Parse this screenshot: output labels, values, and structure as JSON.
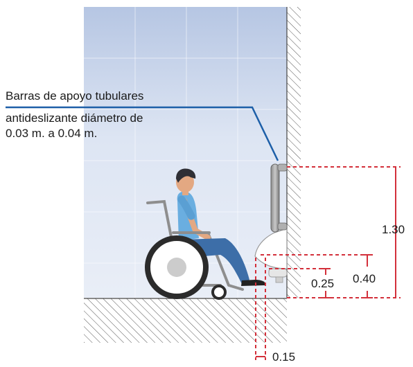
{
  "annotation": {
    "line1": "Barras de apoyo tubulares",
    "line2": "antideslizante diámetro de",
    "line3": "0.03 m. a 0.04 m."
  },
  "dimensions": {
    "bar_height": "1.30",
    "urinal_rim_height": "0.40",
    "urinal_base_height": "0.25",
    "projection": "0.15"
  },
  "colors": {
    "dimension_red": "#d32f3a",
    "leader_blue": "#1d5fa8",
    "tile_light": "#dfe7f4",
    "tile_dark": "#b8c8e4",
    "hatch": "#444444"
  }
}
